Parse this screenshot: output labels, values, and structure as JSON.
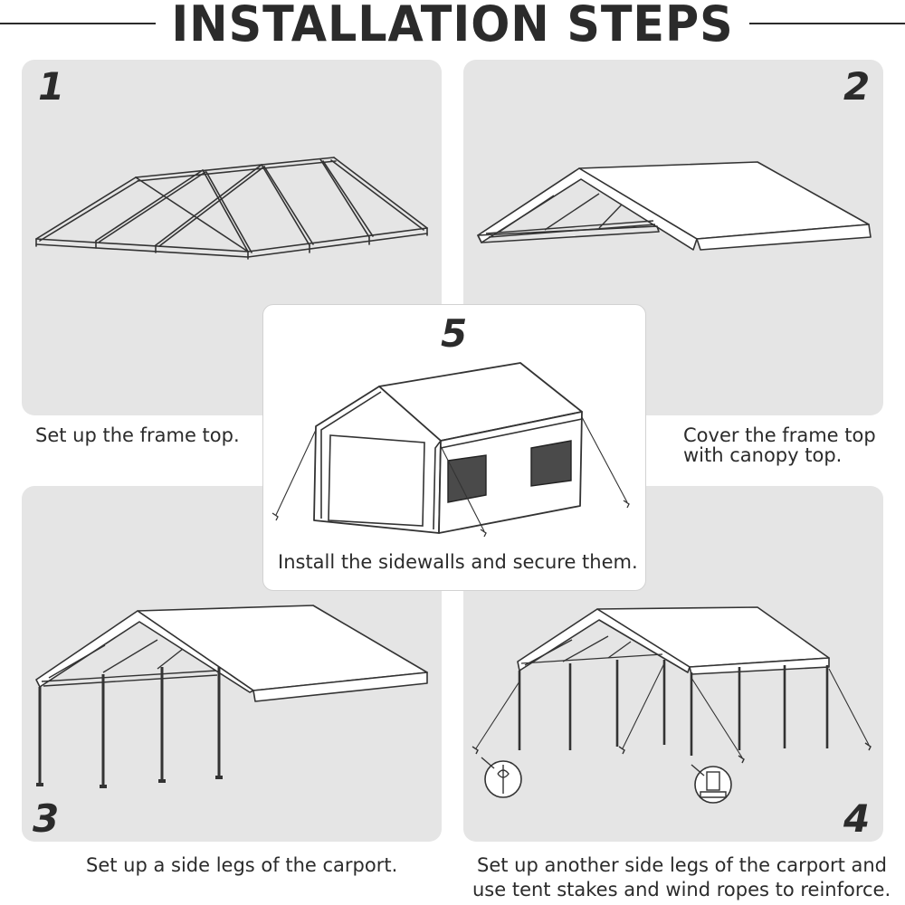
{
  "title": "INSTALLATION STEPS",
  "steps": [
    {
      "number": "1",
      "caption": "Set up the frame top."
    },
    {
      "number": "2",
      "caption_line1": "Cover the frame top",
      "caption_line2": "with canopy top."
    },
    {
      "number": "3",
      "caption": "Set up a side legs of the carport."
    },
    {
      "number": "4",
      "caption_line1": "Set up another side legs of the carport and",
      "caption_line2": "use tent stakes and wind ropes to reinforce."
    },
    {
      "number": "5",
      "caption": "Install the sidewalls and secure them."
    }
  ],
  "colors": {
    "panel_background": "#e5e5e5",
    "text": "#2b2b2b",
    "line_art": "#333333"
  }
}
